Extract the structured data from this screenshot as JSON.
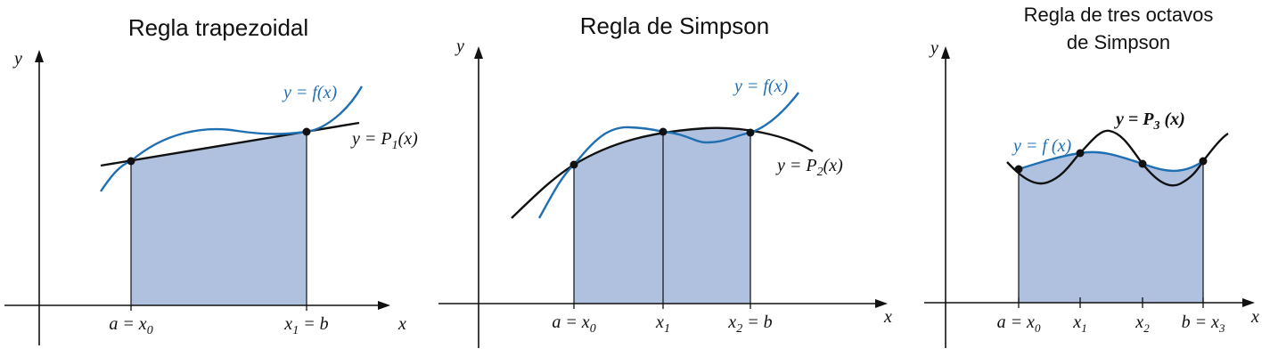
{
  "panels": [
    {
      "title": "Regla trapezoidal",
      "y_axis": "y",
      "x_axis": "x",
      "func_label": "y = f(x)",
      "poly_label_pre": "y = P",
      "poly_label_sub": "1",
      "poly_label_post": "(x)",
      "ticks": [
        {
          "pre": "a = x",
          "sub": "0",
          "post": ""
        },
        {
          "pre": "x",
          "sub": "1",
          "post": " = b"
        }
      ]
    },
    {
      "title": "Regla de Simpson",
      "y_axis": "y",
      "x_axis": "x",
      "func_label": "y = f(x)",
      "poly_label_pre": "y = P",
      "poly_label_sub": "2",
      "poly_label_post": "(x)",
      "ticks": [
        {
          "pre": "a = x",
          "sub": "0",
          "post": ""
        },
        {
          "pre": "x",
          "sub": "1",
          "post": ""
        },
        {
          "pre": "x",
          "sub": "2",
          "post": " = b"
        }
      ]
    },
    {
      "title_line1": "Regla de tres octavos",
      "title_line2": "de Simpson",
      "y_axis": "y",
      "x_axis": "x",
      "func_label": "y = f (x)",
      "poly_label_pre": "y = P",
      "poly_label_sub": "3",
      "poly_label_post": " (x)",
      "ticks": [
        {
          "pre": "a = x",
          "sub": "0",
          "post": ""
        },
        {
          "pre": "x",
          "sub": "1",
          "post": ""
        },
        {
          "pre": "x",
          "sub": "2",
          "post": ""
        },
        {
          "pre": "b = x",
          "sub": "3",
          "post": ""
        }
      ]
    }
  ],
  "colors": {
    "area": "#b0c1e0",
    "function": "#1f6fb2",
    "polynomial": "#111111"
  }
}
